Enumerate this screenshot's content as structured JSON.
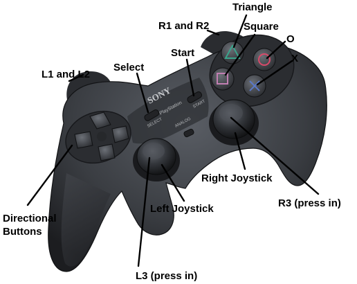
{
  "labels": {
    "triangle": "Triangle",
    "r1_r2": "R1 and R2",
    "square": "Square",
    "circle": "O",
    "cross": "X",
    "start": "Start",
    "select": "Select",
    "l1_l2": "L1 and L2",
    "right_joystick": "Right Joystick",
    "r3": "R3 (press in)",
    "left_joystick": "Left Joystick",
    "directional_line1": "Directional",
    "directional_line2": "Buttons",
    "l3": "L3 (press in)"
  },
  "controller_text": {
    "brand": "SONY",
    "logo_text": "PlayStation",
    "select_print": "SELECT",
    "start_print": "START",
    "analog_print": "ANALOG"
  },
  "colors": {
    "body": "#3a3d42",
    "body_dark": "#1c1d20",
    "button_face": "#4a4d53",
    "triangle_symbol": "#3aa58c",
    "circle_symbol": "#d94a6a",
    "cross_symbol": "#5a78c8",
    "square_symbol": "#c27fb3",
    "label_text": "#000000"
  }
}
